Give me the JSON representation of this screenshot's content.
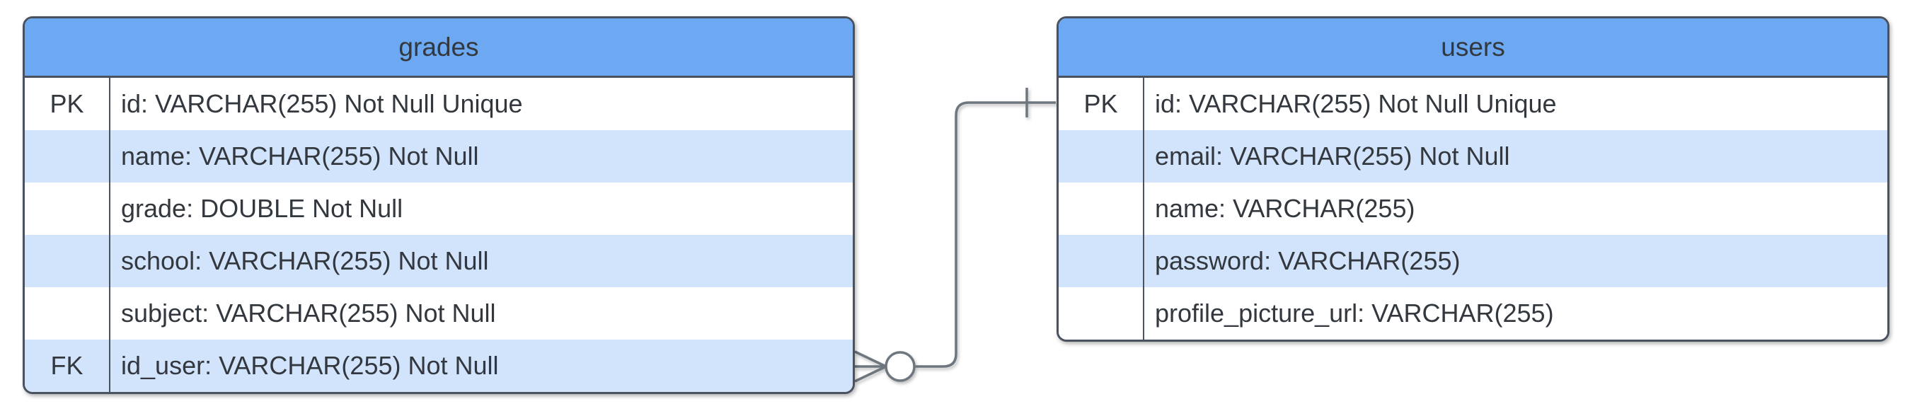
{
  "diagram": {
    "type": "entity-relationship",
    "entities": [
      {
        "title": "grades",
        "rows": [
          {
            "key": "PK",
            "text": "id: VARCHAR(255) Not Null Unique"
          },
          {
            "key": "",
            "text": "name: VARCHAR(255) Not Null"
          },
          {
            "key": "",
            "text": "grade: DOUBLE Not Null"
          },
          {
            "key": "",
            "text": "school: VARCHAR(255) Not Null"
          },
          {
            "key": "",
            "text": "subject: VARCHAR(255) Not Null"
          },
          {
            "key": "FK",
            "text": "id_user: VARCHAR(255) Not Null"
          }
        ]
      },
      {
        "title": "users",
        "rows": [
          {
            "key": "PK",
            "text": "id: VARCHAR(255) Not Null Unique"
          },
          {
            "key": "",
            "text": "email: VARCHAR(255) Not Null"
          },
          {
            "key": "",
            "text": "name: VARCHAR(255)"
          },
          {
            "key": "",
            "text": "password: VARCHAR(255)"
          },
          {
            "key": "",
            "text": "profile_picture_url: VARCHAR(255)"
          }
        ]
      }
    ],
    "relationship": {
      "from_entity": "grades",
      "from_field": "id_user",
      "from_cardinality": "zero-or-many",
      "to_entity": "users",
      "to_field": "id",
      "to_cardinality": "one"
    },
    "colors": {
      "header_fill": "#6CA9F2",
      "row_fill": "#FFFFFF",
      "row_alt_fill": "#D2E3FC",
      "border": "#49525E",
      "connector": "#6E767F",
      "text": "#33383F"
    }
  }
}
